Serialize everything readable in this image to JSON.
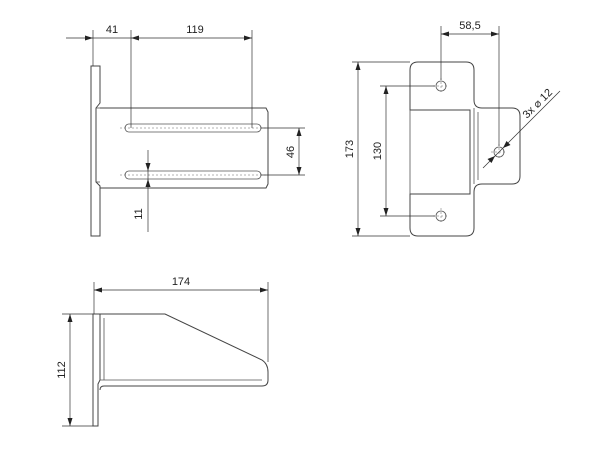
{
  "front_view": {
    "dim_left": "41",
    "dim_top": "119",
    "dim_right": "46",
    "dim_bottom": "11"
  },
  "side_view": {
    "dim_width": "58,5",
    "dim_height_total": "173",
    "dim_height_holes": "130",
    "hole_note": "3x ⌀ 12"
  },
  "top_view": {
    "dim_length": "174",
    "dim_height": "112"
  }
}
